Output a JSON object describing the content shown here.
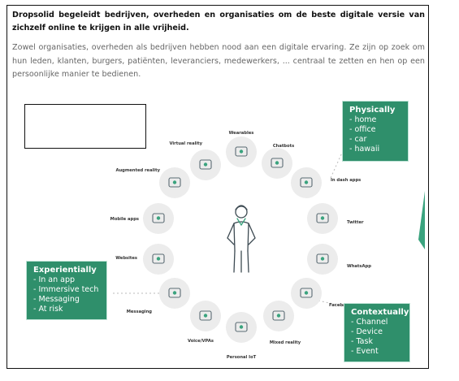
{
  "article": {
    "heading": "Dropsolid begeleidt bedrijven, overheden en organisaties om de beste digitale versie van zichzelf online te krijgen in alle vrijheid.",
    "intro": "Zowel organisaties, overheden als bedrijven hebben nood aan een digitale ervaring. Ze zijn op zoek om hun leden, klanten, burgers, patiënten, leveranciers, medewerkers, ... centraal te zetten en hen op een persoonlijke manier te bedienen."
  },
  "graphic": {
    "channels": [
      {
        "label": "Virtual reality",
        "icon": "vr-headset-icon"
      },
      {
        "label": "Wearables",
        "icon": "wearable-icon"
      },
      {
        "label": "Chatbots",
        "icon": "chatbot-icon"
      },
      {
        "label": "In dash apps",
        "icon": "dashboard-icon"
      },
      {
        "label": "Twitter",
        "icon": "twitter-icon"
      },
      {
        "label": "WhatsApp",
        "icon": "whatsapp-icon"
      },
      {
        "label": "Facebook",
        "icon": "facebook-icon"
      },
      {
        "label": "Mixed reality",
        "icon": "mixed-reality-icon"
      },
      {
        "label": "Personal IoT",
        "icon": "iot-icon"
      },
      {
        "label": "Voice/VPAs",
        "icon": "voice-assistant-icon"
      },
      {
        "label": "Messaging",
        "icon": "messaging-icon"
      },
      {
        "label": "Websites",
        "icon": "website-icon"
      },
      {
        "label": "Mobile apps",
        "icon": "mobile-app-icon"
      },
      {
        "label": "Augmented reality",
        "icon": "augmented-reality-icon"
      }
    ],
    "physically": {
      "title": "Physically",
      "items": [
        "- home",
        "- office",
        "- car",
        "- hawaii"
      ]
    },
    "experientially": {
      "title": "Experientially",
      "items": [
        "- In an app",
        "- Immersive tech",
        "- Messaging",
        "- At risk"
      ]
    },
    "contextually": {
      "title": "Contextually",
      "items": [
        "- Channel",
        "- Device",
        "- Task",
        "- Event"
      ]
    },
    "colors": {
      "box": "#2f8f6b",
      "circle": "#ececec",
      "accent": "#3aa37e"
    }
  }
}
